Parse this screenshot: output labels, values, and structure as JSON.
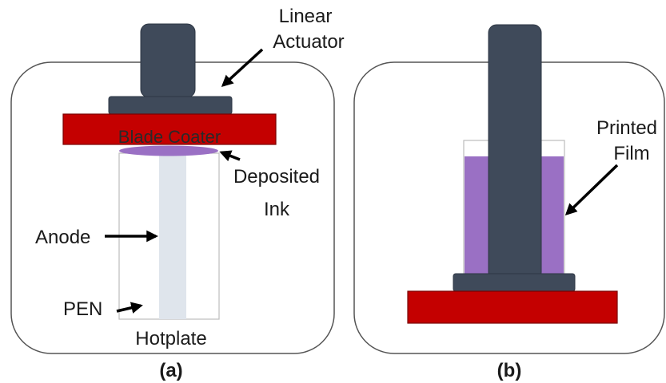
{
  "panel_a": {
    "caption": "(a)",
    "labels": {
      "linear_actuator_line1": "Linear",
      "linear_actuator_line2": "Actuator",
      "blade_coater": "Blade Coater",
      "deposited_ink_line1": "Deposited",
      "deposited_ink_line2": "Ink",
      "anode": "Anode",
      "pen": "PEN",
      "hotplate": "Hotplate"
    }
  },
  "panel_b": {
    "caption": "(b)",
    "labels": {
      "printed_film_line1": "Printed",
      "printed_film_line2": "Film"
    }
  },
  "colors": {
    "actuator": "#3f4a5a",
    "actuator_stroke": "#2e3744",
    "blade": "#c40000",
    "blade_stroke": "#7a0000",
    "ink": "#9a70c4",
    "anode": "#dfe5ec",
    "substrate_stroke": "#bcbcbc",
    "frame_stroke": "#555555",
    "arrow": "#000000"
  }
}
